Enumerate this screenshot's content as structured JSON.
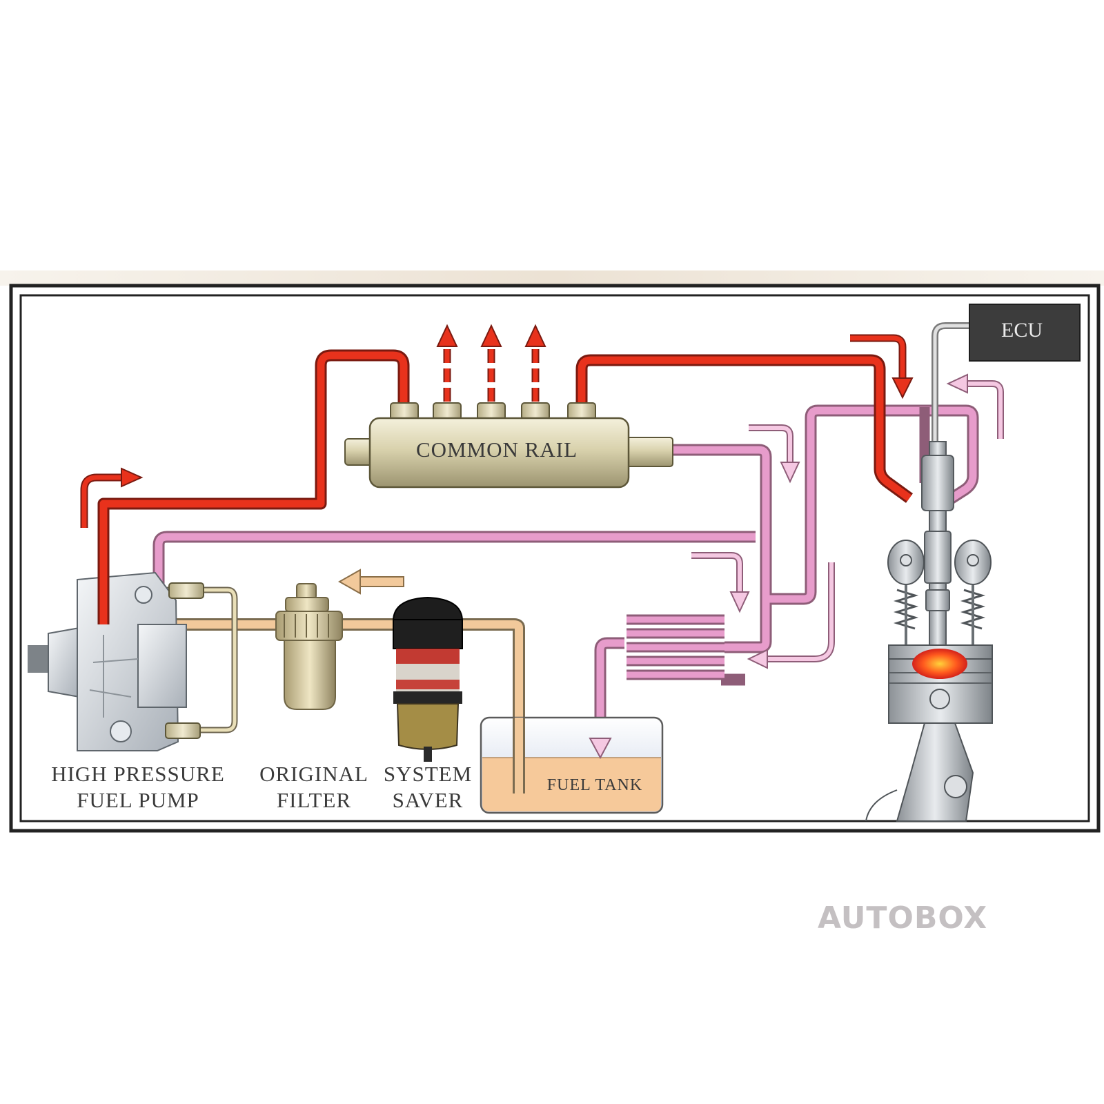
{
  "labels": {
    "ecu": "ECU",
    "common_rail": "COMMON RAIL",
    "pump_line1": "HIGH PRESSURE",
    "pump_line2": "FUEL PUMP",
    "filter_line1": "ORIGINAL",
    "filter_line2": "FILTER",
    "saver_line1": "SYSTEM",
    "saver_line2": "SAVER",
    "fuel_tank": "FUEL TANK"
  },
  "watermark": "AUTOBOX",
  "colors": {
    "high_pressure_line": "#e8321c",
    "return_line": "#e79ccb",
    "supply_line": "#f2c99b",
    "frame": "#222222",
    "rail_body": "#d8d2b0",
    "ecu_box": "#3c3c3c"
  }
}
